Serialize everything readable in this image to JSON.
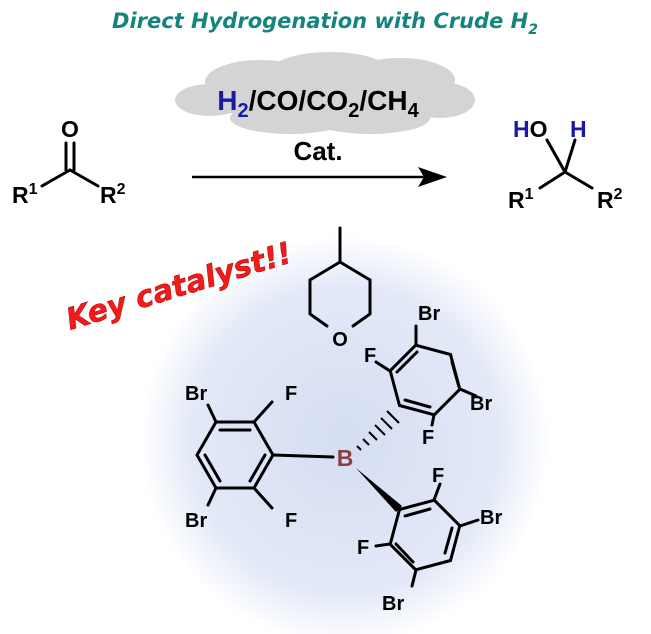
{
  "title": {
    "text": "Direct Hydrogenation with Crude ",
    "sub": "2",
    "h": "H"
  },
  "conditions": {
    "h": "H",
    "h_sub": "2",
    "co": "/CO/CO",
    "co2_sub": "2",
    "ch": "/CH",
    "ch4_sub": "4",
    "catalyst": "Cat."
  },
  "reactant": {
    "o": "O",
    "r1": "R",
    "r1_sup": "1",
    "r2": "R",
    "r2_sup": "2"
  },
  "product": {
    "ho_h": "H",
    "ho_o": "O",
    "h": "H",
    "r1": "R",
    "r1_sup": "1",
    "r2": "R",
    "r2_sup": "2"
  },
  "callout": "Key catalyst!!",
  "catalyst": {
    "pyran_o": "O",
    "boron": "B",
    "br": "Br",
    "f": "F"
  },
  "colors": {
    "title": "#14857e",
    "hydrogen": "#1a1aa6",
    "boron": "#8b4040",
    "callout": "#f01c1c",
    "halo": "#dfe6f6",
    "cloud": "#d4d4d6"
  }
}
